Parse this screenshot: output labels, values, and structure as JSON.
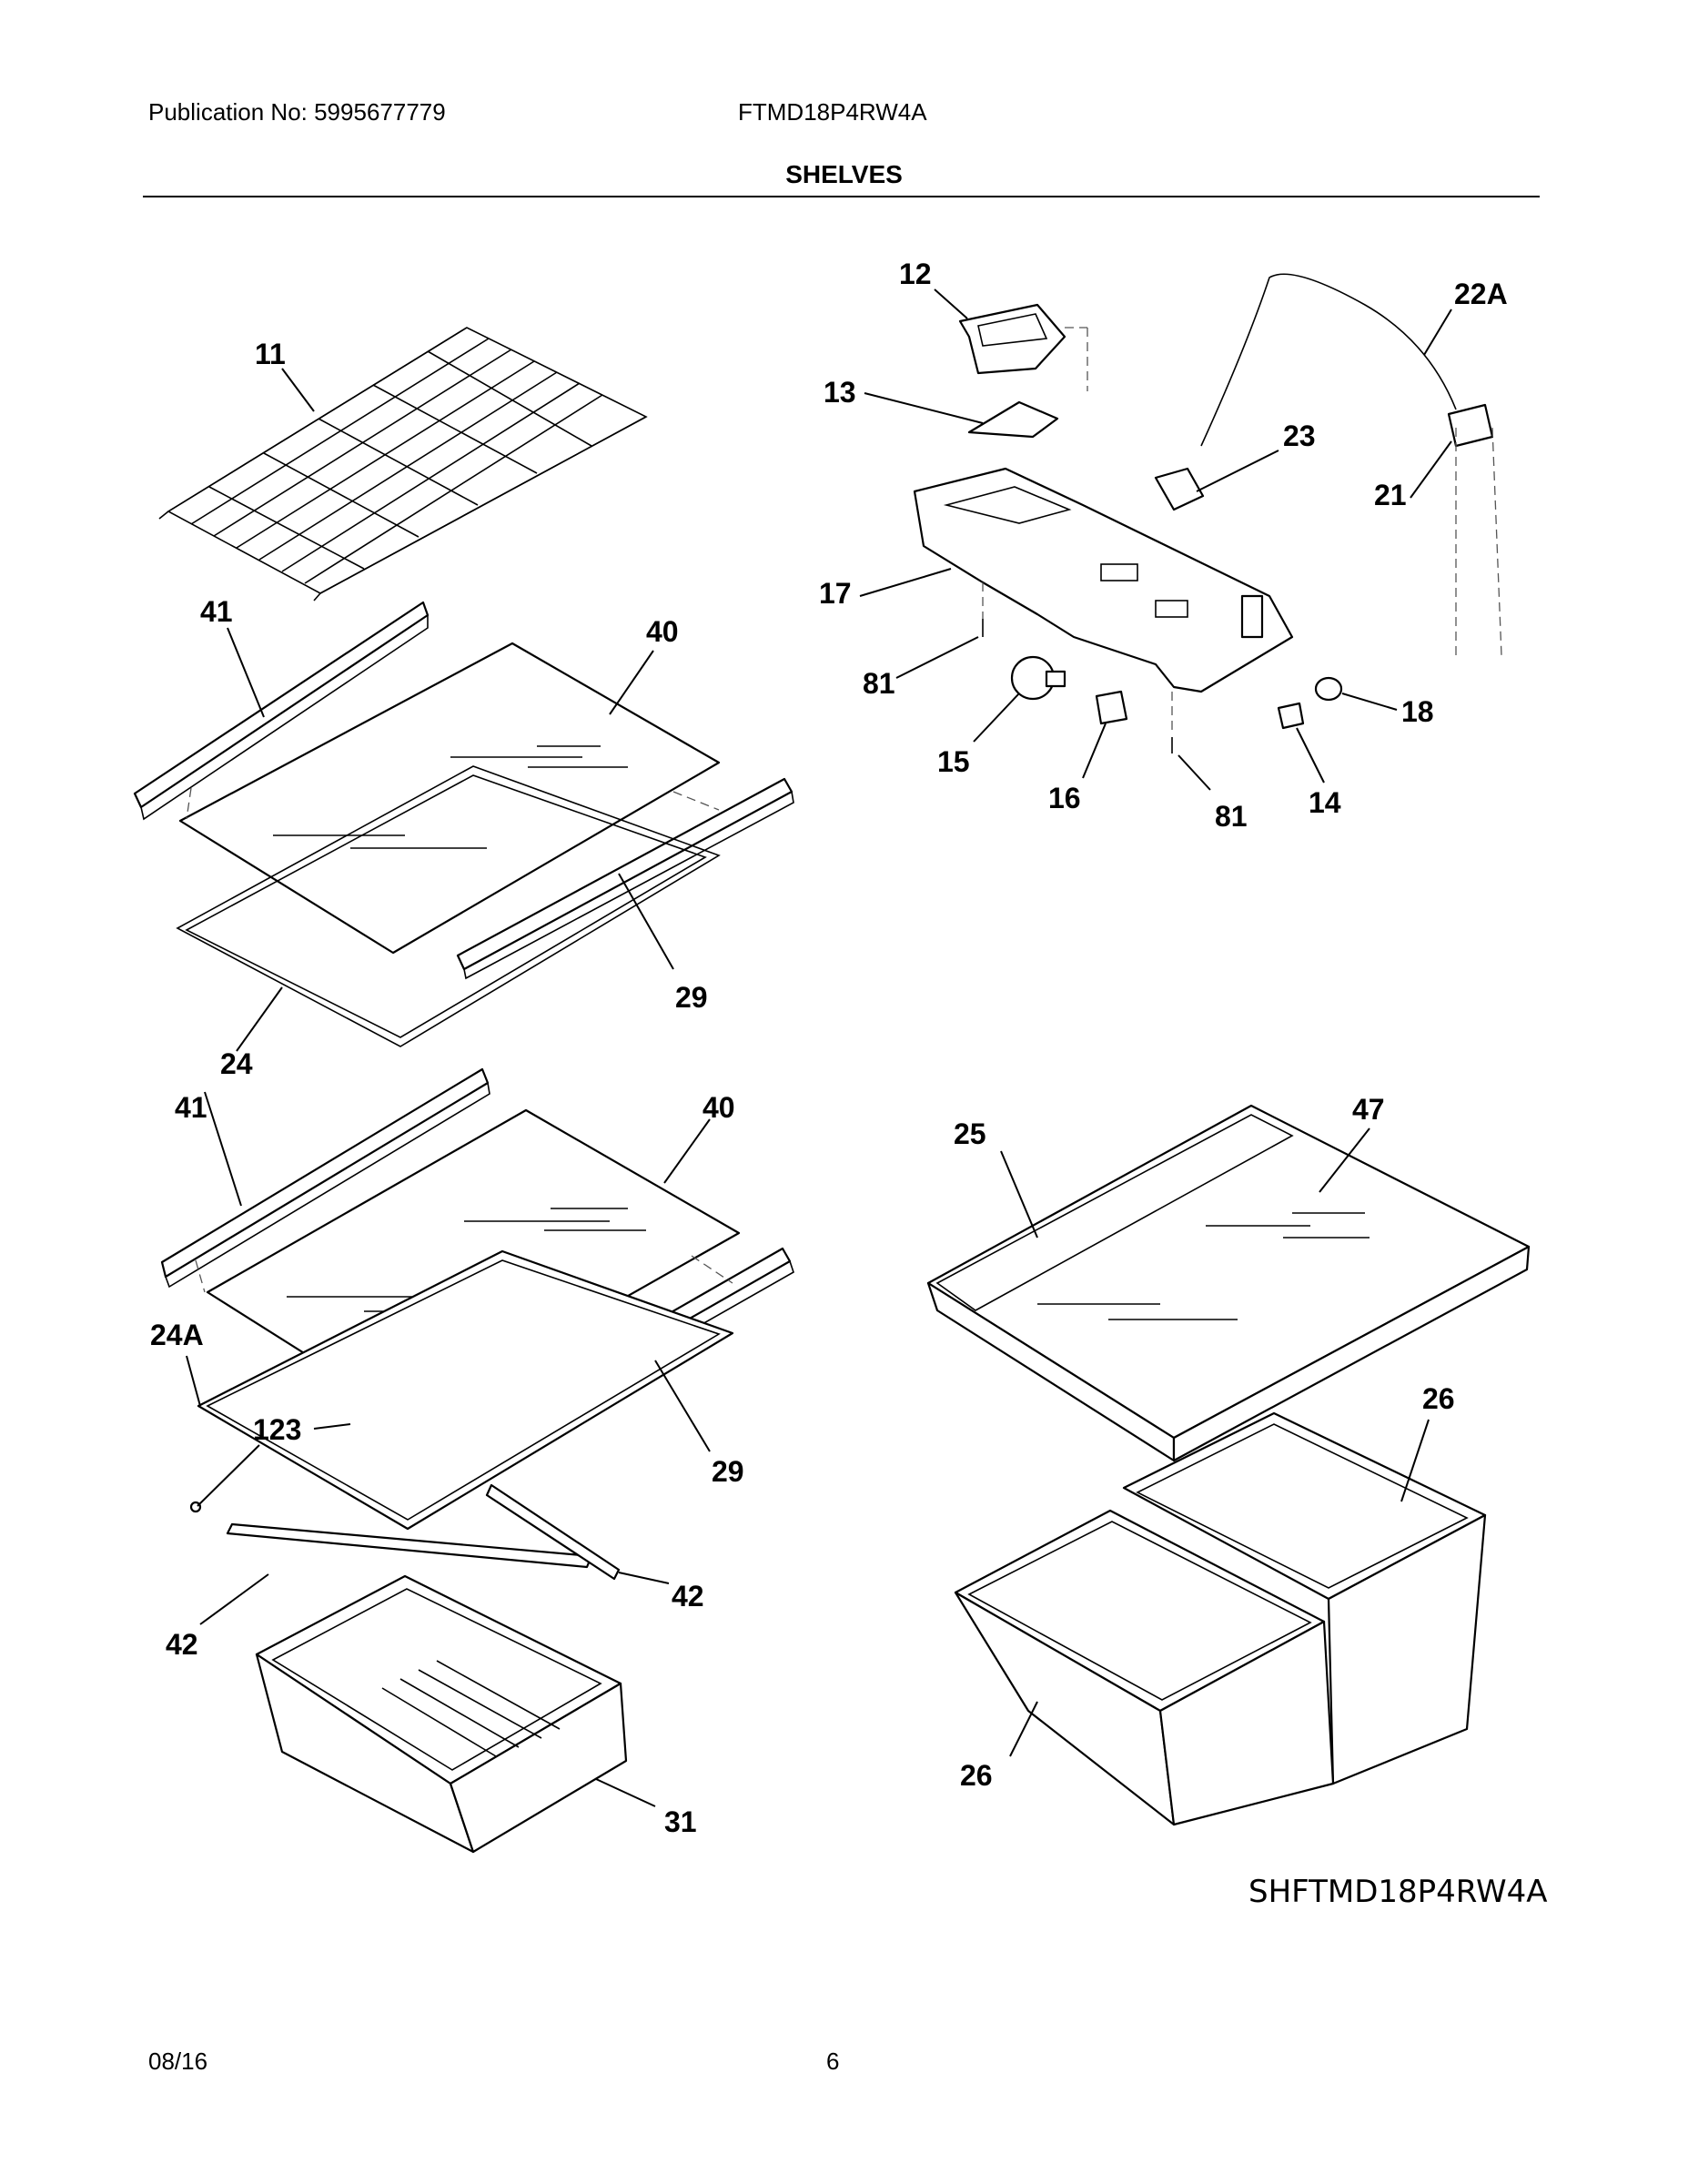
{
  "header": {
    "publication": "Publication No:  5995677779",
    "model": "FTMD18P4RW4A",
    "section_title": "SHELVES"
  },
  "callouts": {
    "c11": "11",
    "c41a": "41",
    "c40a": "40",
    "c29a": "29",
    "c24": "24",
    "c41b": "41",
    "c40b": "40",
    "c24A": "24A",
    "c123": "123",
    "c29b": "29",
    "c42a": "42",
    "c42b": "42",
    "c31": "31",
    "c12": "12",
    "c22A": "22A",
    "c13": "13",
    "c23": "23",
    "c21": "21",
    "c17": "17",
    "c81a": "81",
    "c18": "18",
    "c15": "15",
    "c16": "16",
    "c81b": "81",
    "c14": "14",
    "c25": "25",
    "c47": "47",
    "c26a": "26",
    "c26b": "26"
  },
  "drawing_code": "SHFTMD18P4RW4A",
  "footer": {
    "date": "08/16",
    "page": "6"
  }
}
